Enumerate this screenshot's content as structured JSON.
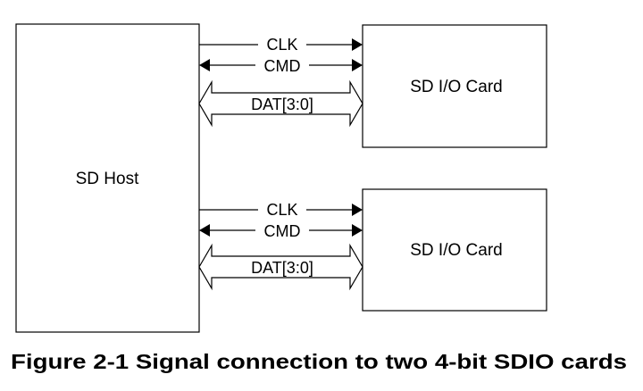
{
  "host": {
    "label": "SD Host"
  },
  "cards": [
    {
      "label": "SD I/O Card",
      "signals": {
        "clk": "CLK",
        "cmd": "CMD",
        "dat": "DAT[3:0]"
      }
    },
    {
      "label": "SD I/O Card",
      "signals": {
        "clk": "CLK",
        "cmd": "CMD",
        "dat": "DAT[3:0]"
      }
    }
  ],
  "caption": "Figure 2-1 Signal connection to two 4-bit SDIO cards"
}
